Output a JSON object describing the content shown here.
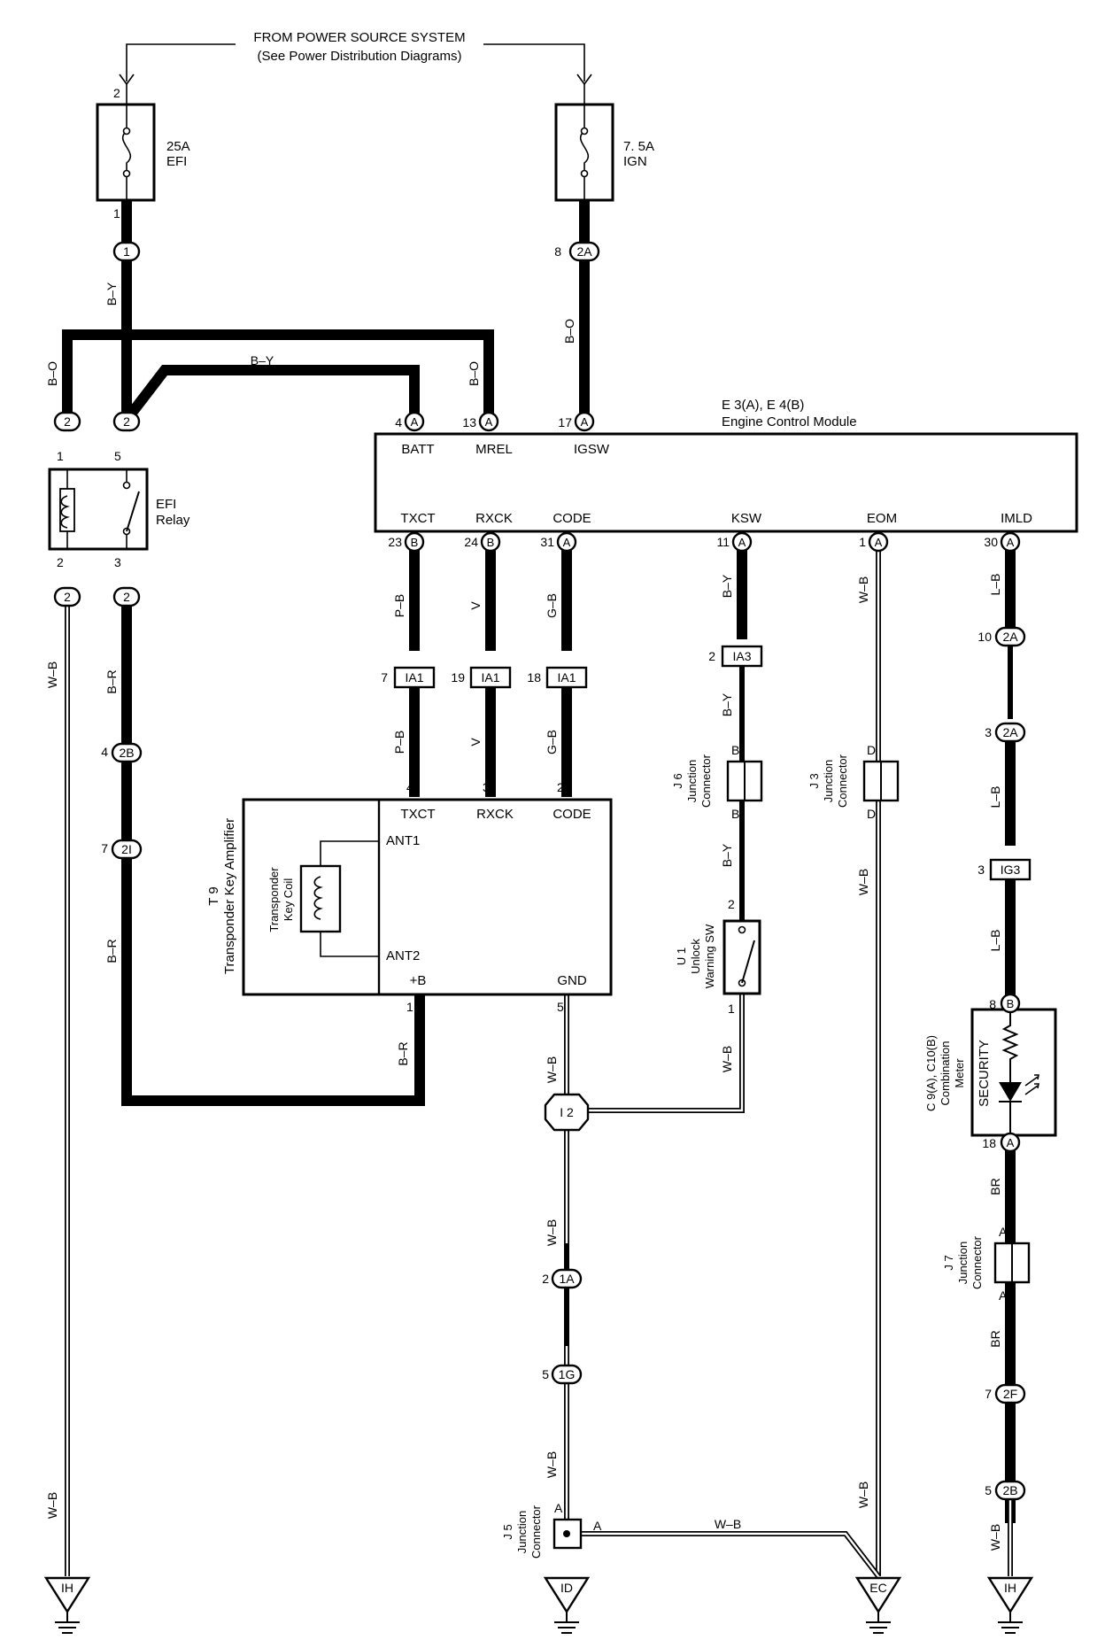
{
  "header": {
    "line1": "FROM POWER SOURCE SYSTEM",
    "line2": "(See Power Distribution Diagrams)"
  },
  "fuses": {
    "efi": {
      "rating": "25A",
      "name": "EFI",
      "pin_in": "2",
      "pin_out": "1"
    },
    "ign": {
      "rating": "7. 5A",
      "name": "IGN"
    }
  },
  "relay": {
    "line1": "EFI",
    "line2": "Relay",
    "pin_tl": "1",
    "pin_tr": "5",
    "pin_bl": "2",
    "pin_br": "3"
  },
  "ecm": {
    "code": "E 3(A), E 4(B)",
    "name": "Engine Control Module",
    "top_terms": [
      {
        "num": "4",
        "conn": "A",
        "name": "BATT"
      },
      {
        "num": "13",
        "conn": "A",
        "name": "MREL"
      },
      {
        "num": "17",
        "conn": "A",
        "name": "IGSW"
      }
    ],
    "bottom_terms": [
      {
        "num": "23",
        "conn": "B",
        "name": "TXCT"
      },
      {
        "num": "24",
        "conn": "B",
        "name": "RXCK"
      },
      {
        "num": "31",
        "conn": "A",
        "name": "CODE"
      },
      {
        "num": "11",
        "conn": "A",
        "name": "KSW"
      },
      {
        "num": "1",
        "conn": "A",
        "name": "EOM"
      },
      {
        "num": "30",
        "conn": "A",
        "name": "IMLD"
      }
    ]
  },
  "amplifier": {
    "code": "T 9",
    "name": "Transponder Key Amplifier",
    "coil_line1": "Transponder",
    "coil_line2": "Key Coil",
    "ant1": "ANT1",
    "ant2": "ANT2",
    "txct": "TXCT",
    "rxck": "RXCK",
    "code_label": "CODE",
    "b_plus": "+B",
    "gnd": "GND",
    "pin_txct": "4",
    "pin_rxck": "3",
    "pin_code": "2",
    "pin_b": "1",
    "pin_gnd": "5"
  },
  "unlock_sw": {
    "code": "U 1",
    "line1": "Unlock",
    "line2": "Warning SW",
    "pin_top": "2",
    "pin_bottom": "1"
  },
  "junctions": {
    "j6": {
      "code": "J 6",
      "line1": "Junction",
      "line2": "Connector",
      "pin": "B"
    },
    "j3": {
      "code": "J 3",
      "line1": "Junction",
      "line2": "Connector",
      "pin": "D"
    },
    "j7": {
      "code": "J 7",
      "line1": "Junction",
      "line2": "Connector",
      "pin": "A"
    },
    "j5": {
      "code": "J 5",
      "line1": "Junction",
      "line2": "Connector",
      "pin": "A"
    }
  },
  "meter": {
    "code": "C 9(A), C10(B)",
    "line1": "Combination",
    "line2": "Meter",
    "inner": "SECURITY"
  },
  "splice": "I 2",
  "connectors": {
    "c1": {
      "num": "",
      "id": "1"
    },
    "c2a_top": {
      "num": "8",
      "id": "2A"
    },
    "c_relay_l": {
      "id": "2"
    },
    "c_relay_r": {
      "id": "2"
    },
    "c_relay_lo": {
      "id": "2"
    },
    "c_relay_ro": {
      "id": "2"
    },
    "c2b": {
      "num": "4",
      "id": "2B"
    },
    "c2i": {
      "num": "7",
      "id": "2I"
    },
    "ia1_a": {
      "num": "7",
      "id": "IA1"
    },
    "ia1_b": {
      "num": "19",
      "id": "IA1"
    },
    "ia1_c": {
      "num": "18",
      "id": "IA1"
    },
    "ia3": {
      "num": "2",
      "id": "IA3"
    },
    "c2a_r1": {
      "num": "10",
      "id": "2A"
    },
    "c2a_r2": {
      "num": "3",
      "id": "2A"
    },
    "ig3": {
      "num": "3",
      "id": "IG3"
    },
    "meter_b": {
      "num": "8",
      "id": "B"
    },
    "meter_a": {
      "num": "18",
      "id": "A"
    },
    "c2f": {
      "num": "7",
      "id": "2F"
    },
    "c2b_r": {
      "num": "5",
      "id": "2B"
    },
    "c1a": {
      "num": "2",
      "id": "1A"
    },
    "c1g": {
      "num": "5",
      "id": "1G"
    }
  },
  "wires": {
    "by1": "B–Y",
    "by2": "B–Y",
    "bo1": "B–O",
    "bo2": "B–O",
    "bo3": "B–O",
    "wb_left": "W–B",
    "wb_left2": "W–B",
    "br1": "B–R",
    "br2": "B–R",
    "br3": "B–R",
    "pb1": "P–B",
    "pb2": "P–B",
    "v1": "V",
    "v2": "V",
    "gb1": "G–B",
    "gb2": "G–B",
    "by3": "B–Y",
    "by4": "B–Y",
    "by5": "B–Y",
    "wb_gnd": "W–B",
    "wb_sw": "W–B",
    "wb_eom1": "W–B",
    "wb_eom2": "W–B",
    "wb_eom3": "W–B",
    "wb_mid1": "W–B",
    "wb_mid2": "W–B",
    "wb_j5": "W–B",
    "lb1": "L–B",
    "lb2": "L–B",
    "lb3": "L–B",
    "br_r1": "BR",
    "br_r2": "BR",
    "wb_right": "W–B"
  },
  "grounds": {
    "ih_left": "IH",
    "id": "ID",
    "ec": "EC",
    "ih_right": "IH"
  }
}
